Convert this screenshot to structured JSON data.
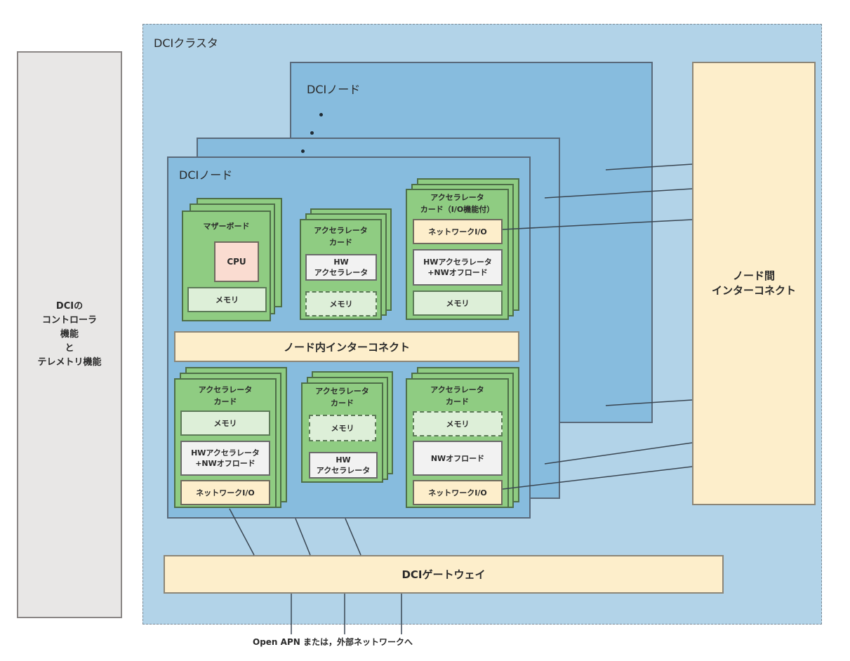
{
  "controller": {
    "label": "DCIの\nコントローラ\n機能\nと\nテレメトリ機能"
  },
  "cluster": {
    "label": "DCIクラスタ"
  },
  "nodes": {
    "back_label": "DCIノード",
    "front_label": "DCIノード"
  },
  "inter_node_interconnect": {
    "label": "ノード間\nインターコネクト"
  },
  "intra_node_interconnect": {
    "label": "ノード内インターコネクト"
  },
  "gateway": {
    "label": "DCIゲートウェイ"
  },
  "footer": {
    "label": "Open APN または，外部ネットワークへ"
  },
  "cards": {
    "motherboard": {
      "title": "マザーボード",
      "cpu": "CPU",
      "memory": "メモリ"
    },
    "accel_top": {
      "title": "アクセラレータ\nカード",
      "hw": "HW\nアクセラレータ",
      "memory": "メモリ"
    },
    "accel_io": {
      "title": "アクセラレータ\nカード（I/O機能付）",
      "nio": "ネットワークI/O",
      "hw": "HWアクセラレータ\n+NWオフロード",
      "memory": "メモリ"
    },
    "accel_bl": {
      "title": "アクセラレータ\nカード",
      "memory": "メモリ",
      "hw": "HWアクセラレータ\n+NWオフロード",
      "nio": "ネットワークI/O"
    },
    "accel_bm": {
      "title": "アクセラレータ\nカード",
      "memory": "メモリ",
      "hw": "HW\nアクセラレータ"
    },
    "accel_br": {
      "title": "アクセラレータ\nカード",
      "memory": "メモリ",
      "offload": "NWオフロード",
      "nio": "ネットワークI/O"
    }
  },
  "colors": {
    "cluster_bg": "#b2d3e8",
    "node_bg": "#87bcde",
    "card_bg": "#8fcc82",
    "interconnect_bg": "#fdeecb",
    "memory_bg": "#ddefd8",
    "cpu_bg": "#fadcd1",
    "controller_bg": "#e8e7e6"
  }
}
